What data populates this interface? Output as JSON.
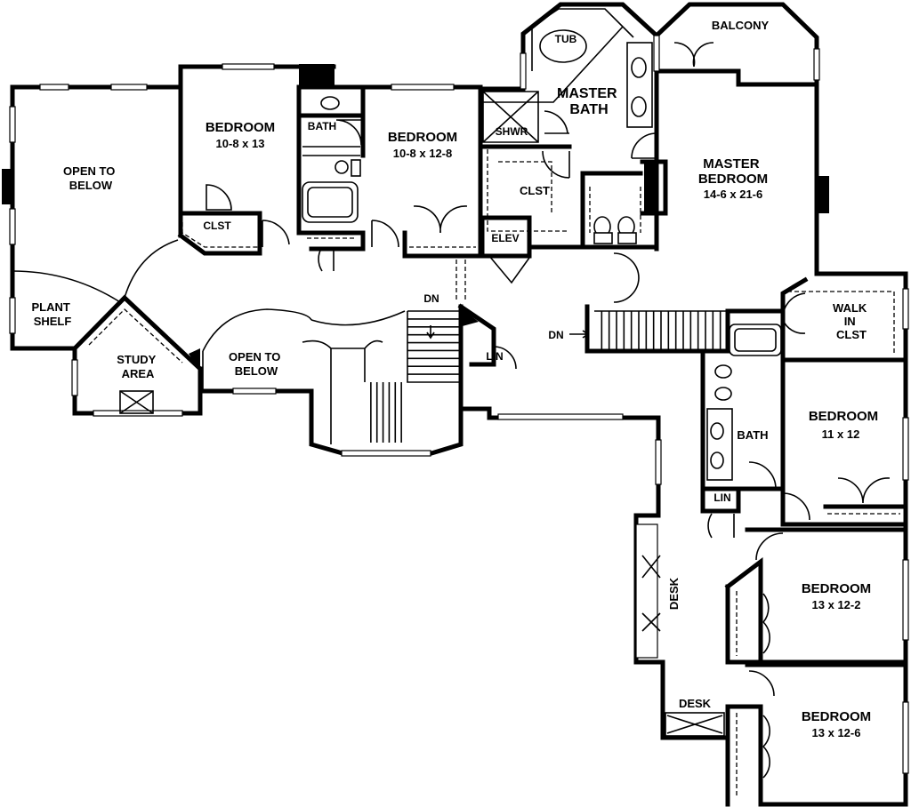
{
  "rooms": {
    "open_to_below_1": [
      "OPEN TO",
      "BELOW"
    ],
    "bedroom_1": {
      "name": "BEDROOM",
      "size": "10-8 x 13"
    },
    "bath_1": "BATH",
    "bedroom_2": {
      "name": "BEDROOM",
      "size": "10-8 x 12-8"
    },
    "tub": "TUB",
    "master_bath": [
      "MASTER",
      "BATH"
    ],
    "balcony": "BALCONY",
    "shwr": "SHWR",
    "clst_master": "CLST",
    "master_bedroom": {
      "name": [
        "MASTER",
        "BEDROOM"
      ],
      "size": "14-6 x 21-6"
    },
    "clst_1": "CLST",
    "elev": "ELEV",
    "plant_shelf": [
      "PLANT",
      "SHELF"
    ],
    "study_area": [
      "STUDY",
      "AREA"
    ],
    "open_to_below_2": [
      "OPEN TO",
      "BELOW"
    ],
    "dn_stair_1": "DN",
    "lin_1": "LIN",
    "dn_stair_2": "DN",
    "walk_in_clst": [
      "WALK",
      "IN",
      "CLST"
    ],
    "bedroom_3": {
      "name": "BEDROOM",
      "size": "11 x 12"
    },
    "bath_2": "BATH",
    "lin_2": "LIN",
    "desk_1": "DESK",
    "bedroom_4": {
      "name": "BEDROOM",
      "size": "13 x 12-2"
    },
    "desk_2": "DESK",
    "bedroom_5": {
      "name": "BEDROOM",
      "size": "13 x 12-6"
    }
  }
}
